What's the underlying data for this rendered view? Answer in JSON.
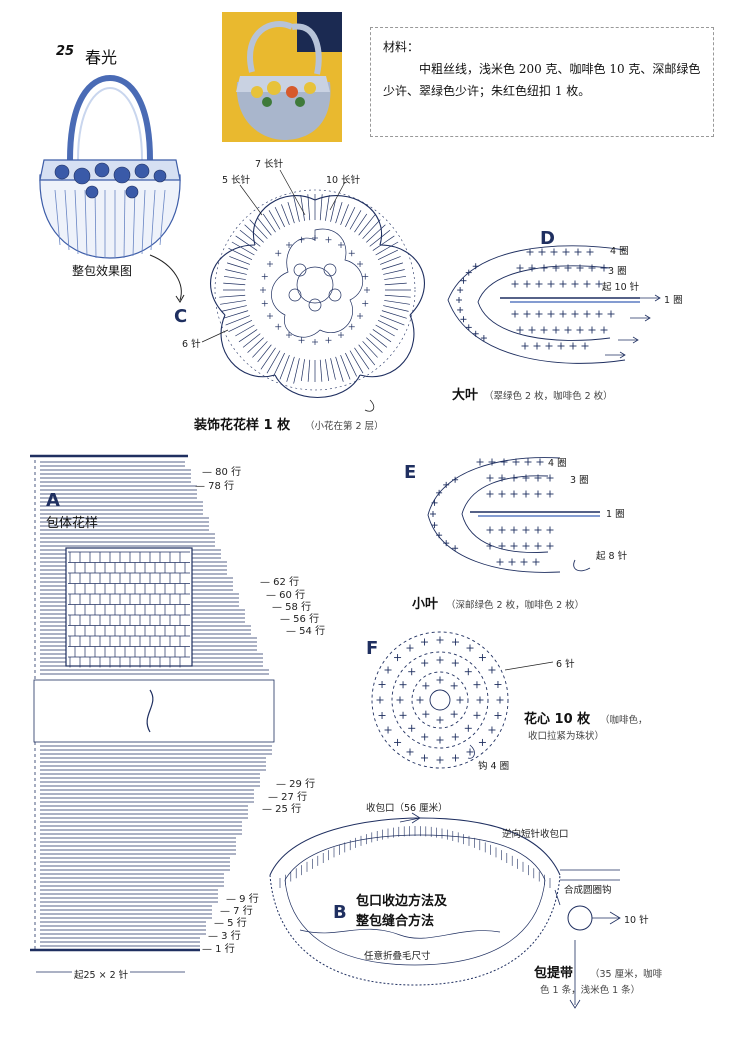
{
  "header": {
    "number": "25",
    "title": "春光"
  },
  "bag_preview_label": "整包效果图",
  "materials": {
    "heading": "材料：",
    "body": "中粗丝线，浅米色 200 克、咖啡色 10 克、深邮绿色少许、翠绿色少许；朱红色纽扣 1 枚。"
  },
  "flower": {
    "letter": "C",
    "labels": {
      "seven_dc": "7 长针",
      "five_dc": "5 长针",
      "ten_dc": "10 长针",
      "six_st": "6 针"
    },
    "caption": "装饰花花样 1 枚",
    "caption_note": "（小花在第 2 层）"
  },
  "big_leaf": {
    "letter": "D",
    "rounds": [
      "4 圈",
      "3 圈",
      "起 10 针",
      "1 圈"
    ],
    "caption": "大叶",
    "caption_note": "（翠绿色 2 枚，咖啡色 2 枚）"
  },
  "small_leaf": {
    "letter": "E",
    "rounds": [
      "4 圈",
      "3 圈",
      "1 圈",
      "起 8 针"
    ],
    "caption": "小叶",
    "caption_note": "（深邮绿色 2 枚，咖啡色 2 枚）"
  },
  "flower_center": {
    "letter": "F",
    "label_six": "6 针",
    "label_round": "钩 4 圈",
    "caption": "花心 10 枚",
    "caption_note_1": "（咖啡色，",
    "caption_note_2": "收口拉紧为珠状）"
  },
  "body_pattern": {
    "letter": "A",
    "caption": "包体花样",
    "rows_top": [
      "80 行",
      "78 行",
      "62 行",
      "60 行",
      "58 行",
      "56 行",
      "54 行"
    ],
    "rows_bottom": [
      "29 行",
      "27 行",
      "25 行",
      "9 行",
      "7 行",
      "5 行",
      "3 行",
      "1 行"
    ],
    "start_label": "起25 × 2 针"
  },
  "bag_assembly": {
    "letter": "B",
    "top_label": "收包口（56 厘米）",
    "reverse_label": "逆向短针收包口",
    "ring_label": "合成圆圈钩",
    "ten_st": "10 针",
    "caption_1": "包口收边方法及",
    "caption_2": "整包缝合方法",
    "pleat_label": "任意折叠毛尺寸",
    "handle_label": "包提带",
    "handle_note_1": "（35 厘米，咖啡",
    "handle_note_2": "色 1 条，浅米色 1 条）"
  },
  "colors": {
    "ink": "#1f2f60",
    "photo_bg": "#e9b92f",
    "bag_blue": "#3d5da8"
  }
}
